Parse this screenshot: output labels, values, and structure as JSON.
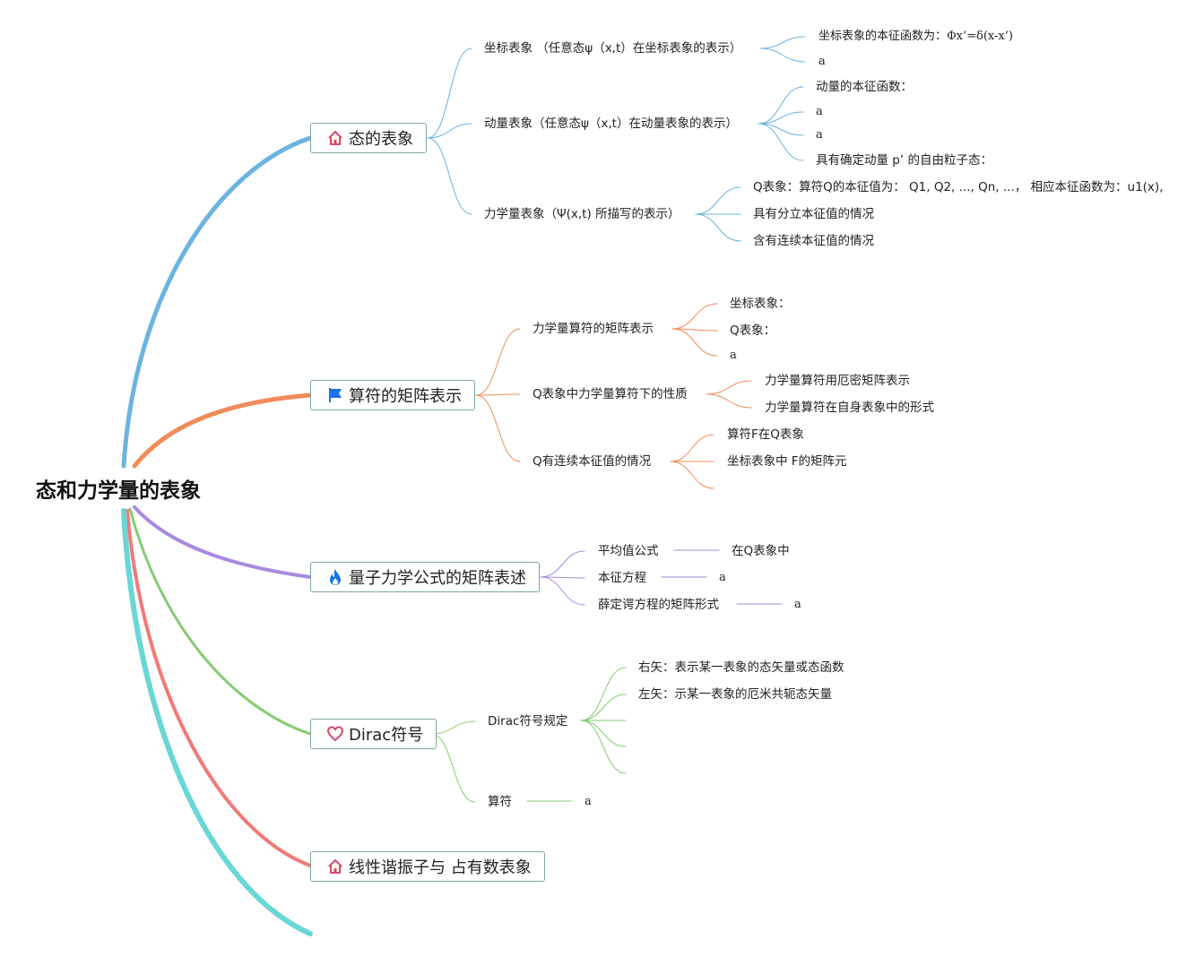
{
  "root": {
    "title": "态和力学量的表象"
  },
  "branches": [
    {
      "title": "态的表象",
      "icon": "home-icon",
      "color": "#6cb4e0",
      "children": [
        {
          "label": "坐标表象 （任意态ψ（x,t）在坐标表象的表示）",
          "children": [
            "坐标表象的本征函数为：Φx’=δ(x-x’)",
            "a"
          ]
        },
        {
          "label": "动量表象（任意态ψ（x,t）在动量表象的表示）",
          "children": [
            "动量的本征函数：",
            "a",
            "a",
            "具有确定动量 p’ 的自由粒子态："
          ]
        },
        {
          "label": "力学量表象（Ψ(x,t) 所描写的表示）",
          "children": [
            "Q表象：算符Q的本征值为： Q1, Q2, ..., Qn, ...， 相应本征函数为：u1(x),",
            "具有分立本征值的情况",
            "含有连续本征值的情况"
          ]
        }
      ]
    },
    {
      "title": "算符的矩阵表示",
      "icon": "flag-icon",
      "color": "#f08c5a",
      "children": [
        {
          "label": "力学量算符的矩阵表示",
          "children": [
            "坐标表象：",
            "Q表象：",
            "a"
          ]
        },
        {
          "label": "Q表象中力学量算符下的性质",
          "children": [
            "力学量算符用厄密矩阵表示",
            "力学量算符在自身表象中的形式"
          ]
        },
        {
          "label": "Q有连续本征值的情况",
          "children": [
            "算符F在Q表象",
            "坐标表象中 F的矩阵元",
            ""
          ]
        }
      ]
    },
    {
      "title": "量子力学公式的矩阵表述",
      "icon": "fire-icon",
      "color": "#a98ae0",
      "children": [
        {
          "label": "平均值公式",
          "children": [
            "在Q表象中"
          ]
        },
        {
          "label": "本征方程",
          "children": [
            "a"
          ]
        },
        {
          "label": "薛定谔方程的矩阵形式",
          "children": [
            "a"
          ]
        }
      ]
    },
    {
      "title": "Dirac符号",
      "icon": "heart-icon",
      "color": "#86cc72",
      "children": [
        {
          "label": "Dirac符号规定",
          "children": [
            "右矢：表示某一表象的态矢量或态函数",
            "左矢：示某一表象的厄米共轭态矢量",
            "",
            "",
            ""
          ]
        },
        {
          "label": "算符",
          "children": [
            "a"
          ]
        }
      ]
    },
    {
      "title": "线性谐振子与 占有数表象",
      "icon": "home-icon",
      "color": "#f07a78",
      "children": []
    },
    {
      "title": "",
      "icon": "",
      "color": "#6ad6d6",
      "children": []
    }
  ]
}
